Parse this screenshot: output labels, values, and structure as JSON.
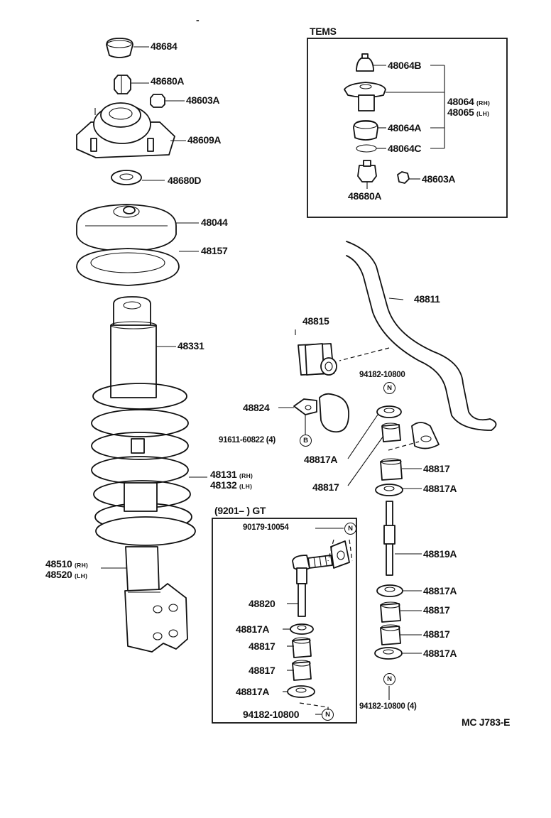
{
  "frame_title": "TEMS",
  "gt_box_label": "(9201–          ) GT",
  "top_mark": "-",
  "drawing_code": "MC J783-E",
  "callouts": {
    "p48684": "48684",
    "p48680A": "48680A",
    "p48603A": "48603A",
    "p48609A": "48609A",
    "p48680D": "48680D",
    "p48044": "48044",
    "p48157": "48157",
    "p48331": "48331",
    "p48131": "48131",
    "p48131_sfx": "(RH)",
    "p48132": "48132",
    "p48132_sfx": "(LH)",
    "p48510": "48510",
    "p48510_sfx": "(RH)",
    "p48520": "48520",
    "p48520_sfx": "(LH)",
    "t48064B": "48064B",
    "t48064": "48064",
    "t48064_sfx": "(RH)",
    "t48065": "48065",
    "t48065_sfx": "(LH)",
    "t48064A": "48064A",
    "t48064C": "48064C",
    "t48680A": "48680A",
    "t48603A": "48603A",
    "p48811": "48811",
    "p48815": "48815",
    "p94182_top": "94182-10800",
    "p48824": "48824",
    "p91611": "91611-60822 (4)",
    "p48817A_a": "48817A",
    "p48817_a": "48817",
    "p48817_r1": "48817",
    "p48817A_r1": "48817A",
    "p48819A": "48819A",
    "p48817A_r2": "48817A",
    "p48817_r2": "48817",
    "p48817_r3": "48817",
    "p48817A_r3": "48817A",
    "p94182_r": "94182-10800 (4)",
    "g90179": "90179-10054",
    "g48820": "48820",
    "g48817A_1": "48817A",
    "g48817_1": "48817",
    "g48817_2": "48817",
    "g48817A_2": "48817A",
    "g94182": "94182-10800"
  },
  "symbols": {
    "N": "N",
    "B": "B"
  }
}
